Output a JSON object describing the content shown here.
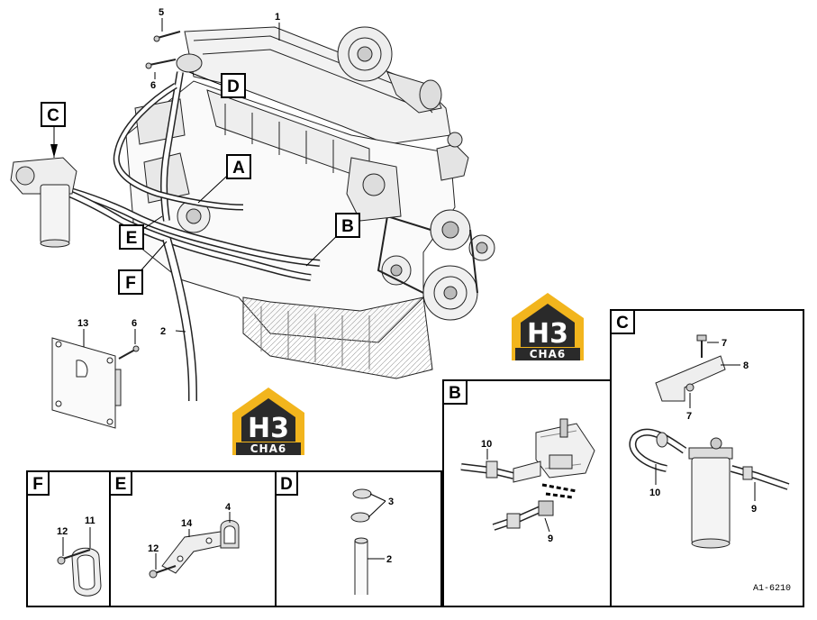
{
  "diagram": {
    "main_labels": {
      "l1": "1",
      "l2": "2",
      "l5": "5",
      "l6a": "6",
      "l6b": "6",
      "l13": "13"
    },
    "callouts": {
      "A": "A",
      "B": "B",
      "C": "C",
      "D": "D",
      "E": "E",
      "F": "F"
    },
    "detail_b": {
      "title": "B",
      "l10": "10",
      "l9": "9"
    },
    "detail_c": {
      "title": "C",
      "l7a": "7",
      "l7b": "7",
      "l8": "8",
      "l10": "10",
      "l9": "9"
    },
    "detail_d": {
      "title": "D",
      "l3": "3",
      "l2": "2"
    },
    "detail_e": {
      "title": "E",
      "l4": "4",
      "l14": "14",
      "l12": "12"
    },
    "detail_f": {
      "title": "F",
      "l11": "11",
      "l12": "12"
    },
    "logo": {
      "mark": "H3",
      "text": "CHA6"
    },
    "reference": "A1-6210"
  }
}
